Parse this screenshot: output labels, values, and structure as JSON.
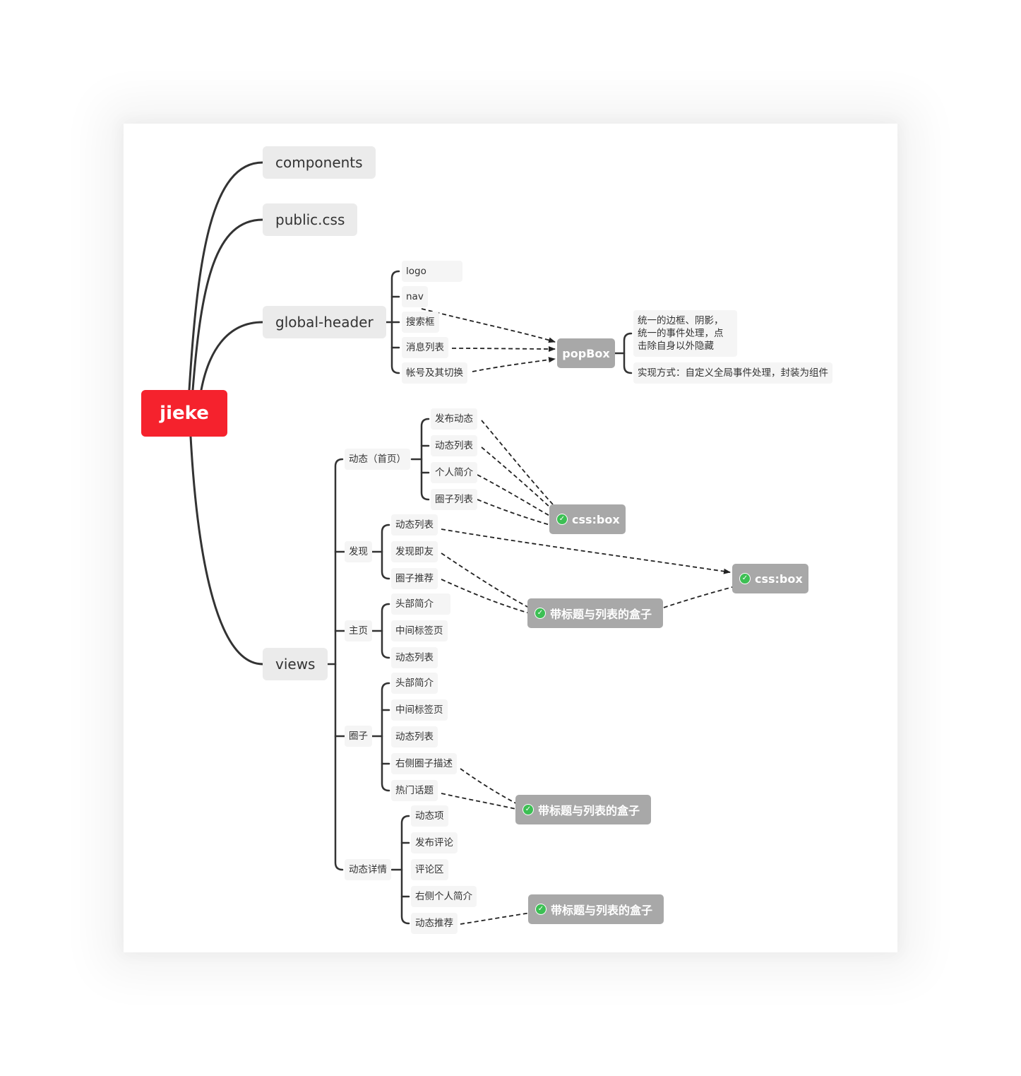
{
  "root": "jieke",
  "branches": {
    "components": "components",
    "public_css": "public.css",
    "global_header": "global-header",
    "views": "views"
  },
  "global_header_items": [
    "logo",
    "nav",
    "搜索框",
    "消息列表",
    "帐号及其切换"
  ],
  "popbox": {
    "label": "popBox",
    "notes": [
      "统一的边框、阴影，\n统一的事件处理，点\n击除自身以外隐藏",
      "实现方式：自定义全局事件处理，封装为组件"
    ]
  },
  "views": {
    "dynamic_home": {
      "label": "动态（首页）",
      "items": [
        "发布动态",
        "动态列表",
        "个人简介",
        "圈子列表"
      ]
    },
    "discover": {
      "label": "发现",
      "items": [
        "动态列表",
        "发现即友",
        "圈子推荐"
      ]
    },
    "homepage": {
      "label": "主页",
      "items": [
        "头部简介",
        "中间标签页",
        "动态列表"
      ]
    },
    "circle": {
      "label": "圈子",
      "items": [
        "头部简介",
        "中间标签页",
        "动态列表",
        "右侧圈子描述",
        "热门话题"
      ]
    },
    "detail": {
      "label": "动态详情",
      "items": [
        "动态项",
        "发布评论",
        "评论区",
        "右侧个人简介",
        "动态推荐"
      ]
    }
  },
  "summaries": {
    "css_box_1": "css:box",
    "css_box_2": "css:box",
    "titled_box_1": "带标题与列表的盒子",
    "titled_box_2": "带标题与列表的盒子",
    "titled_box_3": "带标题与列表的盒子"
  },
  "colors": {
    "root": "#f5222d",
    "line": "#333333",
    "summary": "#a8a8a8",
    "check": "#3dbf54"
  },
  "icons": [
    "check-icon"
  ]
}
